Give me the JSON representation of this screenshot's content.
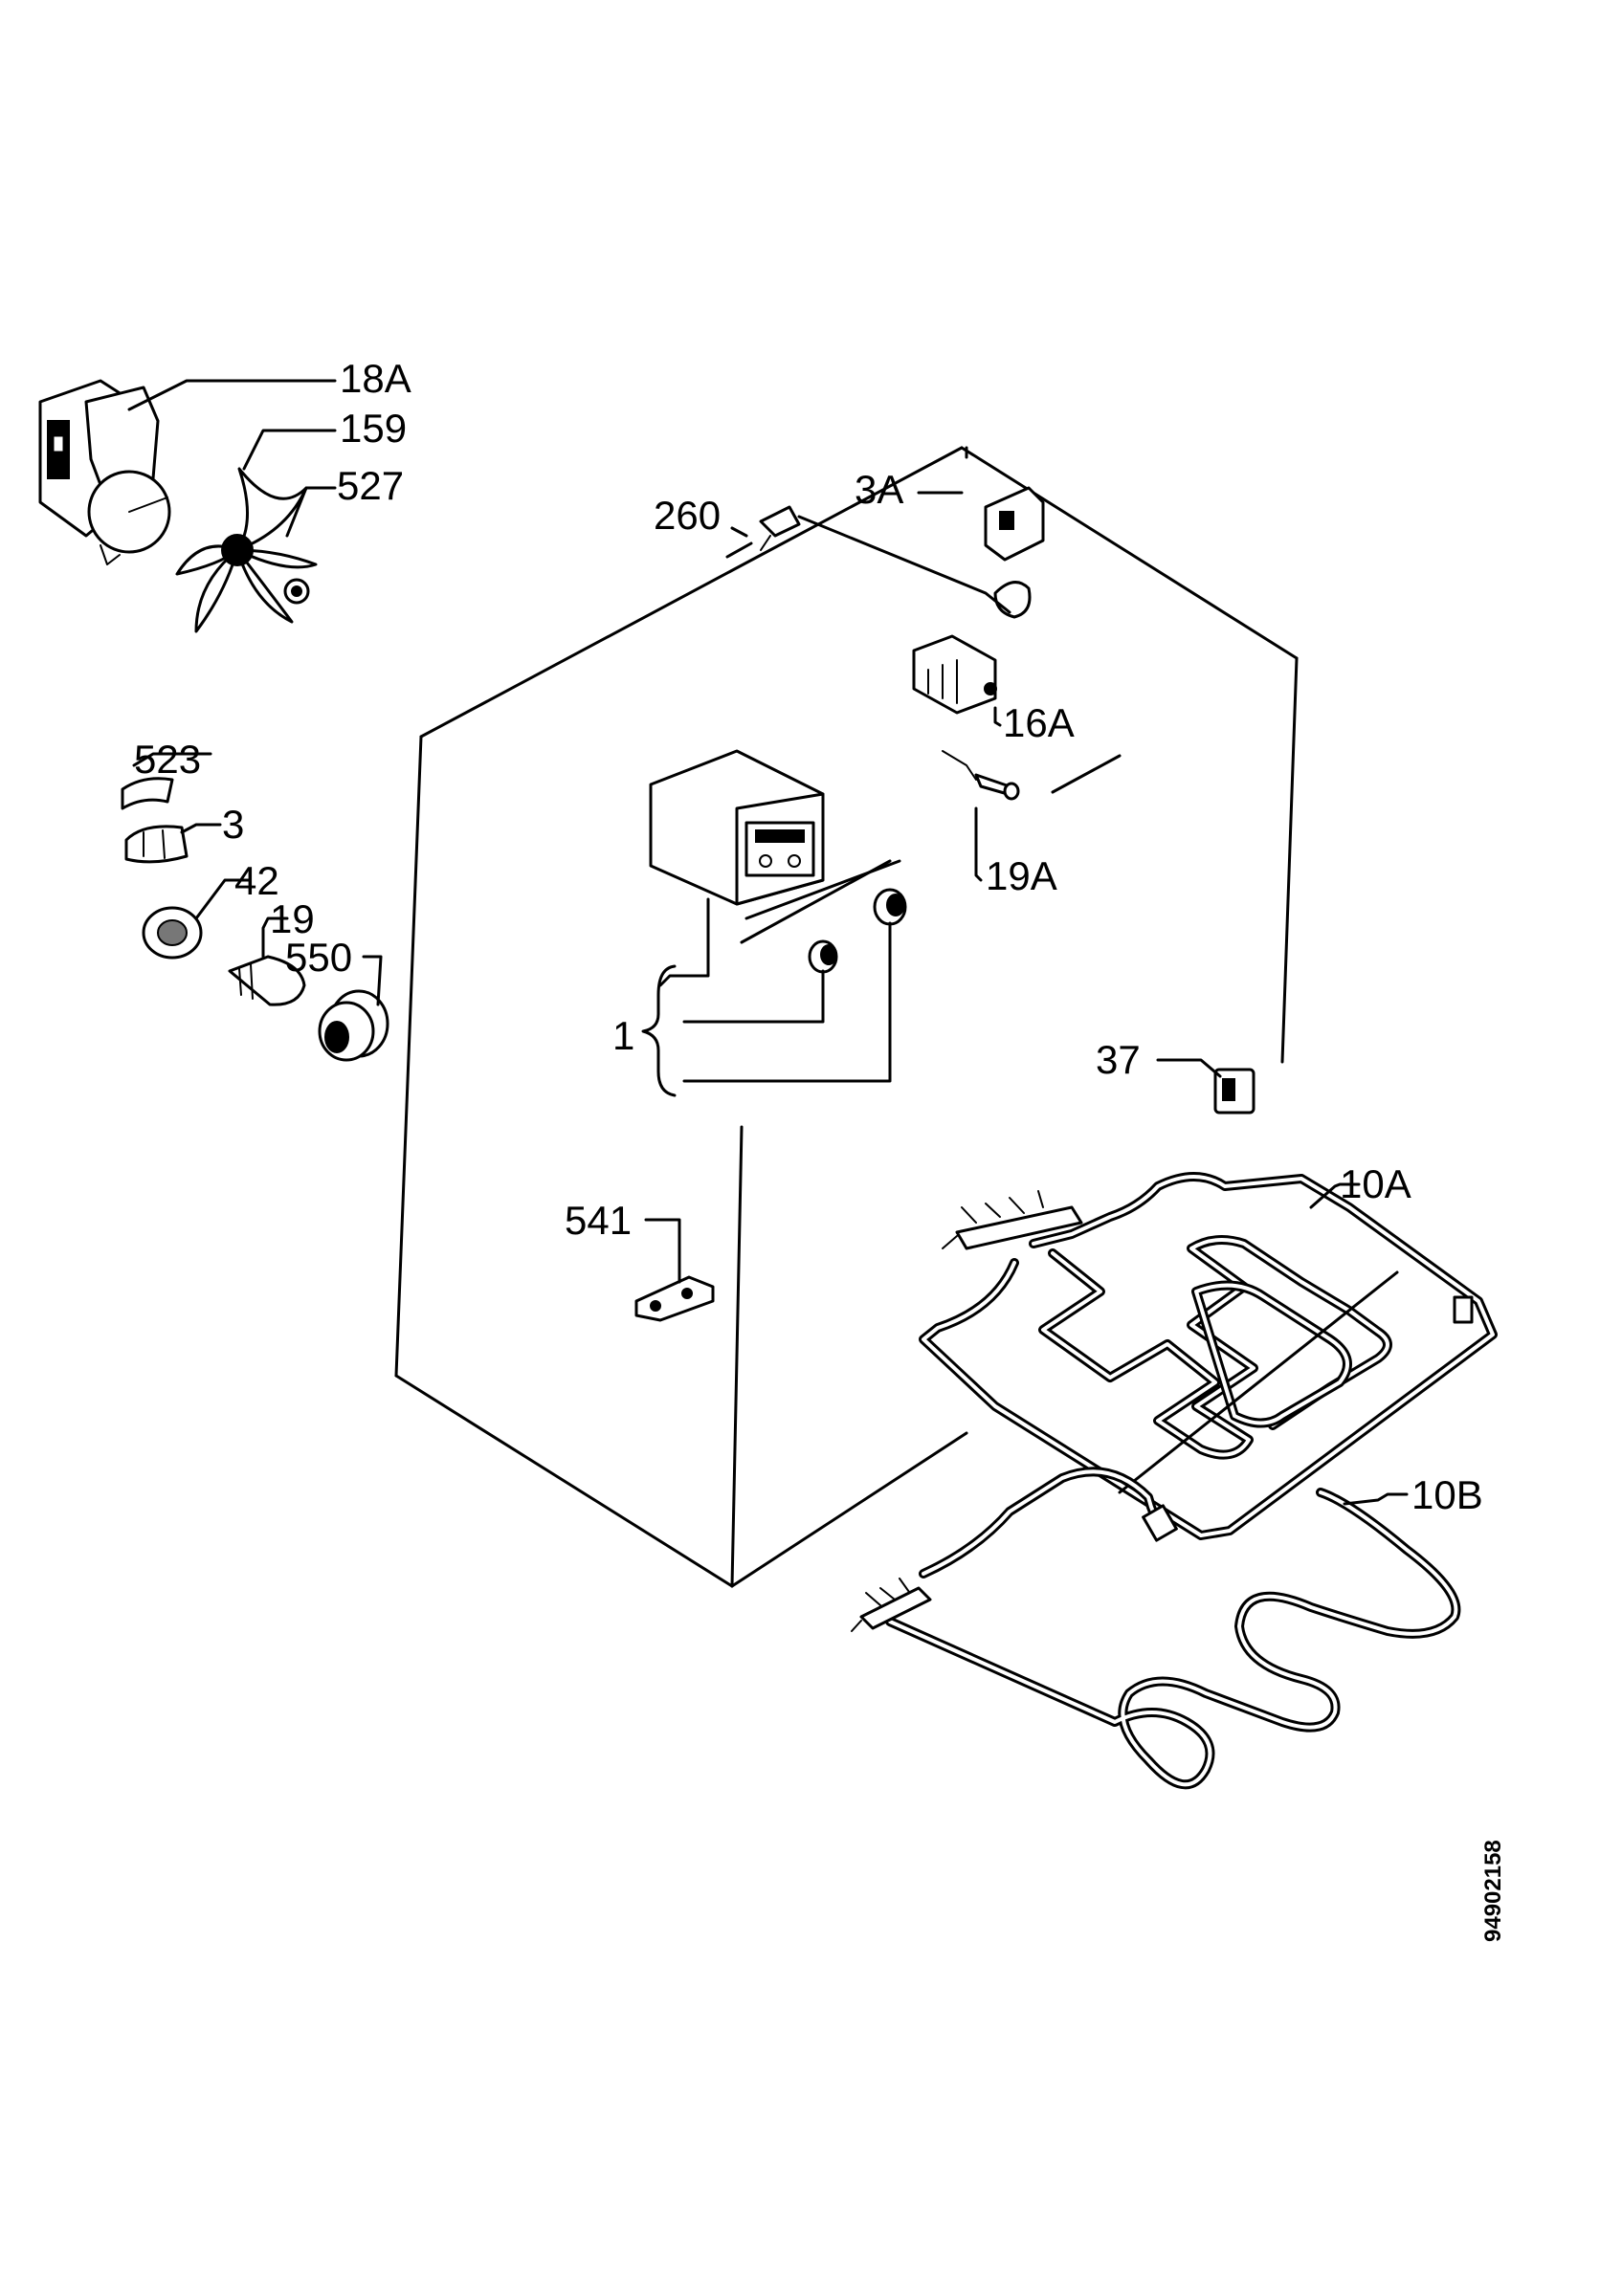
{
  "labels": {
    "l18A": "18A",
    "l159": "159",
    "l527": "527",
    "l260": "260",
    "l3A": "3A",
    "l16A": "16A",
    "l19A": "19A",
    "l523": "523",
    "l3": "3",
    "l42": "42",
    "l19": "19",
    "l550": "550",
    "l1": "1",
    "l37": "37",
    "l541": "541",
    "l10A": "10A",
    "l10B": "10B"
  },
  "document_number": "94902158"
}
